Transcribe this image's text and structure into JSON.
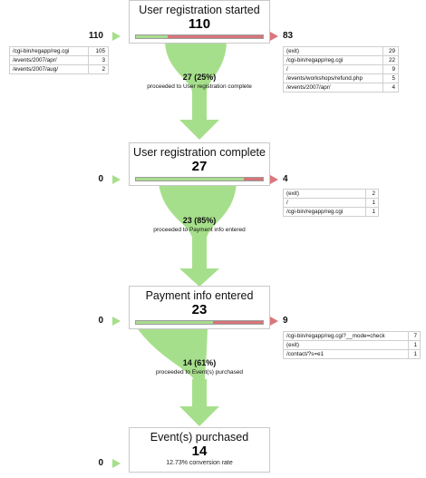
{
  "colors": {
    "green": "#a6df8b",
    "red": "#d9787c",
    "border": "#c9c9c9"
  },
  "steps": [
    {
      "title": "User registration started",
      "count": "110",
      "progress": 0.25,
      "entered": "110",
      "exited": "83",
      "entrances": [
        {
          "path": "/cgi-bin/regapp/reg.cgi",
          "count": "105"
        },
        {
          "path": "/events/2007/apr/",
          "count": "3"
        },
        {
          "path": "/events/2007/aug/",
          "count": "2"
        }
      ],
      "exits": [
        {
          "path": "(exit)",
          "count": "29"
        },
        {
          "path": "/cgi-bin/regapp/reg.cgi",
          "count": "22"
        },
        {
          "path": "/",
          "count": "9"
        },
        {
          "path": "/events/workshops/refund.php",
          "count": "5"
        },
        {
          "path": "/events/2007/apr/",
          "count": "4"
        }
      ],
      "proceed_value": "27 (25%)",
      "proceed_text": "proceeded to User registration complete"
    },
    {
      "title": "User registration complete",
      "count": "27",
      "progress": 0.85,
      "entered": "0",
      "exited": "4",
      "entrances": [],
      "exits": [
        {
          "path": "(exit)",
          "count": "2"
        },
        {
          "path": "/",
          "count": "1"
        },
        {
          "path": "/cgi-bin/regapp/reg.cgi",
          "count": "1"
        }
      ],
      "proceed_value": "23 (85%)",
      "proceed_text": "proceeded to Payment info entered"
    },
    {
      "title": "Payment info entered",
      "count": "23",
      "progress": 0.61,
      "entered": "0",
      "exited": "9",
      "entrances": [],
      "exits": [
        {
          "path": "/cgi-bin/regapp/reg.cgi?__mode=check",
          "count": "7"
        },
        {
          "path": "(exit)",
          "count": "1"
        },
        {
          "path": "/contact/?s=e1",
          "count": "1"
        }
      ],
      "proceed_value": "14 (61%)",
      "proceed_text": "proceeded to Event(s) purchased"
    },
    {
      "title": "Event(s) purchased",
      "count": "14",
      "entered": "0",
      "conversion_text": "12.73% conversion rate"
    }
  ]
}
